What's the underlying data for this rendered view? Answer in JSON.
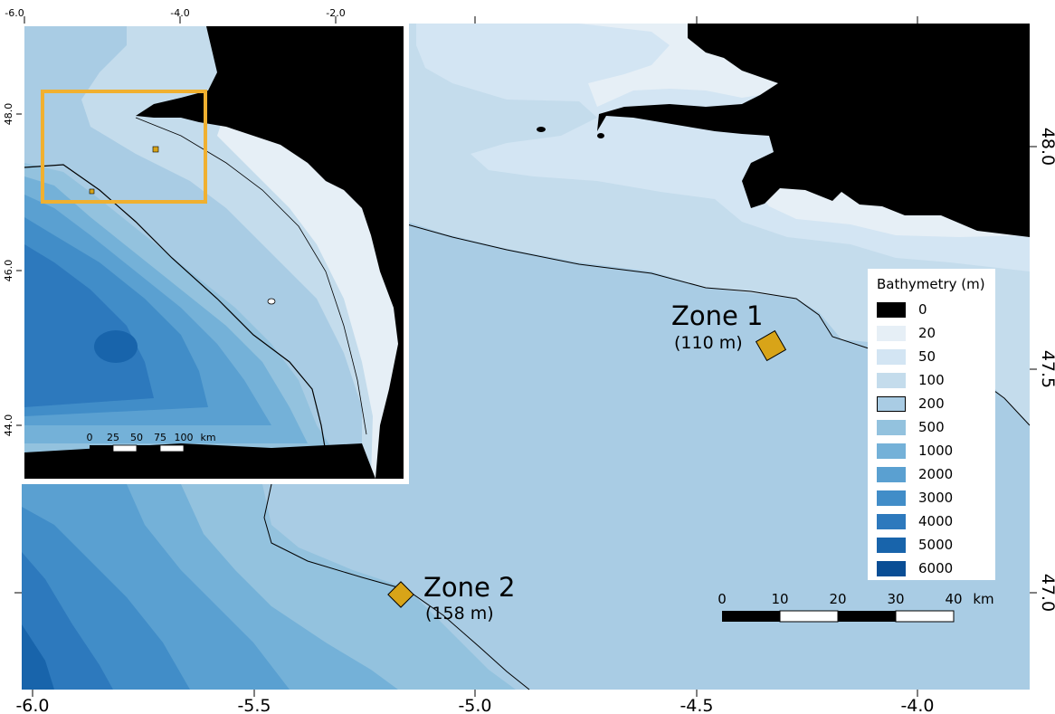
{
  "main_map": {
    "x_axis": {
      "ticks": [
        "-6.0",
        "-5.5",
        "-5.0",
        "-4.5",
        "-4.0"
      ]
    },
    "y_axis": {
      "ticks": [
        "48.0",
        "47.5",
        "47.0"
      ]
    },
    "zones": [
      {
        "name": "Zone 1",
        "depth": "(110 m)"
      },
      {
        "name": "Zone 2",
        "depth": "(158 m)"
      }
    ],
    "scale_bar": {
      "labels": [
        "0",
        "10",
        "20",
        "30",
        "40"
      ],
      "unit": "km"
    }
  },
  "legend": {
    "title": "Bathymetry (m)",
    "items": [
      {
        "label": "0",
        "color": "#000000"
      },
      {
        "label": "20",
        "color": "#e6eff6"
      },
      {
        "label": "50",
        "color": "#d3e5f3"
      },
      {
        "label": "100",
        "color": "#c4dcec"
      },
      {
        "label": "200",
        "color": "#a9cce4"
      },
      {
        "label": "500",
        "color": "#93c2de"
      },
      {
        "label": "1000",
        "color": "#74b1d8"
      },
      {
        "label": "2000",
        "color": "#5aa0d1"
      },
      {
        "label": "3000",
        "color": "#418dc8"
      },
      {
        "label": "4000",
        "color": "#2d79bd"
      },
      {
        "label": "5000",
        "color": "#1864ab"
      },
      {
        "label": "6000",
        "color": "#0a4e95"
      }
    ]
  },
  "inset_map": {
    "x_axis": {
      "ticks": [
        "-6.0",
        "-4.0",
        "-2.0"
      ]
    },
    "y_axis": {
      "ticks": [
        "48.0",
        "46.0",
        "44.0"
      ]
    },
    "scale_bar": {
      "labels": [
        "0",
        "25",
        "50",
        "75",
        "100"
      ],
      "unit": "km"
    },
    "extent_box_color": "#f0b030"
  },
  "colors": {
    "land": "#000000",
    "zone_fill": "#d8a418",
    "contour_line": "#000000"
  }
}
